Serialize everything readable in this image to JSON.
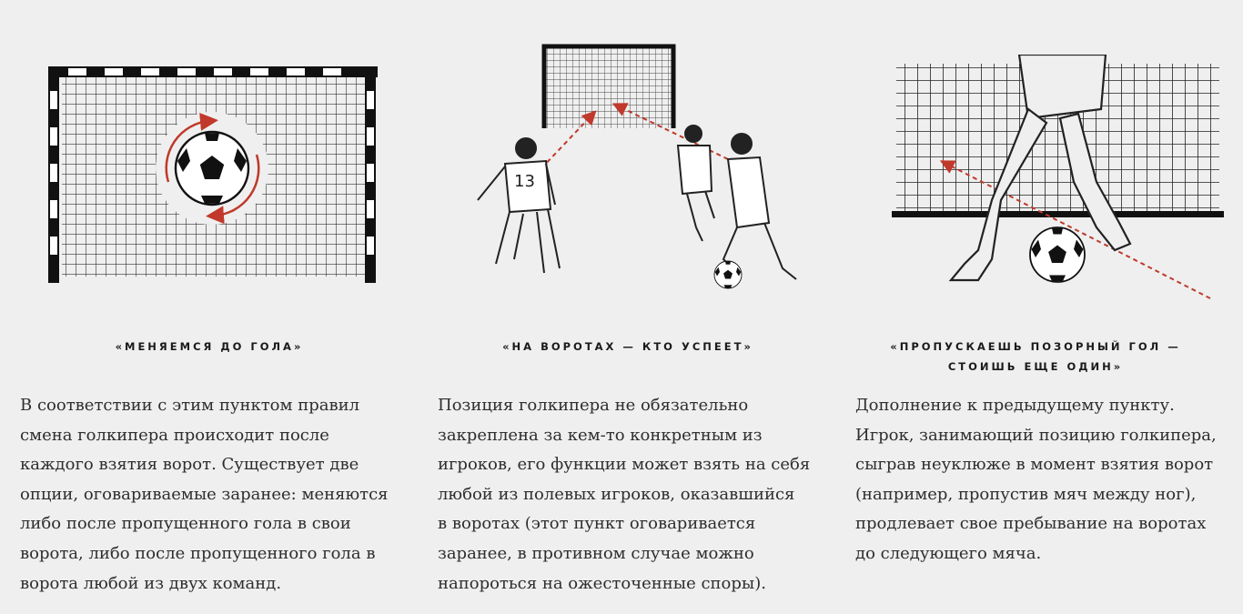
{
  "accent_color": "#c0392b",
  "columns": [
    {
      "heading": [
        "«Меняемся до гола»"
      ],
      "illustration": "goal-with-rotating-ball",
      "body": [
        "В соответствии с этим пунктом правил",
        "смена голкипера происходит после",
        "каждого взятия ворот. Существует две",
        "опции, оговариваемые заранее: меняются",
        "либо после пропущенного гола в свои",
        "ворота, либо после пропущенного гола в",
        "ворота любой из двух команд."
      ]
    },
    {
      "heading": [
        "«На воротах — кто успеет»"
      ],
      "illustration": "players-running-to-goal",
      "jersey_number": "13",
      "body": [
        "Позиция голкипера не обязательно",
        "закреплена за кем-то конкретным из",
        "игроков, его функции может взять на себя",
        "любой из полевых игроков, оказавшийся",
        "в воротах (этот пункт оговаривается",
        "заранее, в противном случае можно",
        "напороться на ожесточенные споры)."
      ]
    },
    {
      "heading": [
        "«Пропускаешь позорный гол —",
        "стоишь еще один»"
      ],
      "illustration": "ball-between-legs",
      "body": [
        "Дополнение к предыдущему пункту.",
        "Игрок, занимающий позицию голкипера,",
        "сыграв неуклюже в момент взятия ворот",
        "(например, пропустив мяч между ног),",
        "продлевает свое пребывание на воротах",
        "до следующего мяча."
      ]
    }
  ]
}
